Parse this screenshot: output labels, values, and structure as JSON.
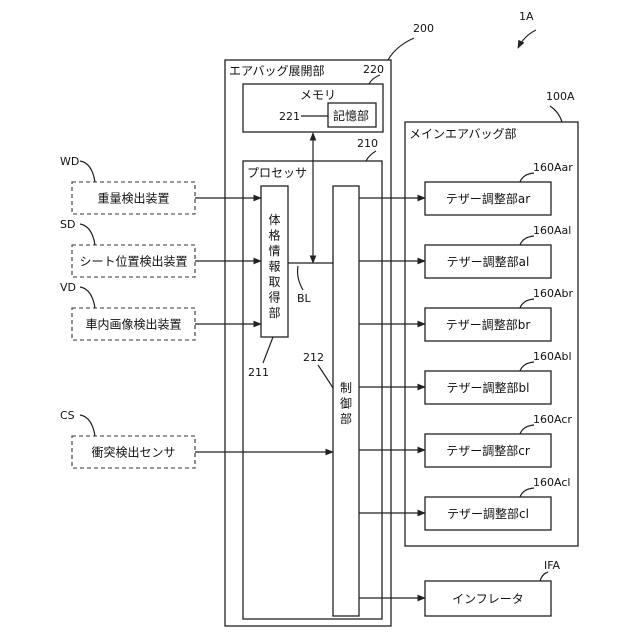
{
  "refs": {
    "system": "1A",
    "deploy_unit": "200",
    "memory": "220",
    "storage": "221",
    "processor": "210",
    "body_info": "211",
    "control": "212",
    "bus": "BL",
    "main_airbag": "100A",
    "inflator": "IFA",
    "weight": "WD",
    "seat": "SD",
    "camera": "VD",
    "collision": "CS"
  },
  "labels": {
    "deploy_unit": "エアバッグ展開部",
    "memory": "メモリ",
    "storage": "記憶部",
    "processor": "プロセッサ",
    "body_info": "体格情報取得部",
    "control": "制御部",
    "main_airbag": "メインエアバッグ部",
    "inflator": "インフレータ"
  },
  "sensors": [
    {
      "label": "重量検出装置"
    },
    {
      "label": "シート位置検出装置"
    },
    {
      "label": "車内画像検出装置"
    },
    {
      "label": "衝突検出センサ"
    }
  ],
  "tethers": [
    {
      "ref": "160Aar",
      "label": "テザー調整部ar"
    },
    {
      "ref": "160Aal",
      "label": "テザー調整部al"
    },
    {
      "ref": "160Abr",
      "label": "テザー調整部br"
    },
    {
      "ref": "160Abl",
      "label": "テザー調整部bl"
    },
    {
      "ref": "160Acr",
      "label": "テザー調整部cr"
    },
    {
      "ref": "160Acl",
      "label": "テザー調整部cl"
    }
  ]
}
